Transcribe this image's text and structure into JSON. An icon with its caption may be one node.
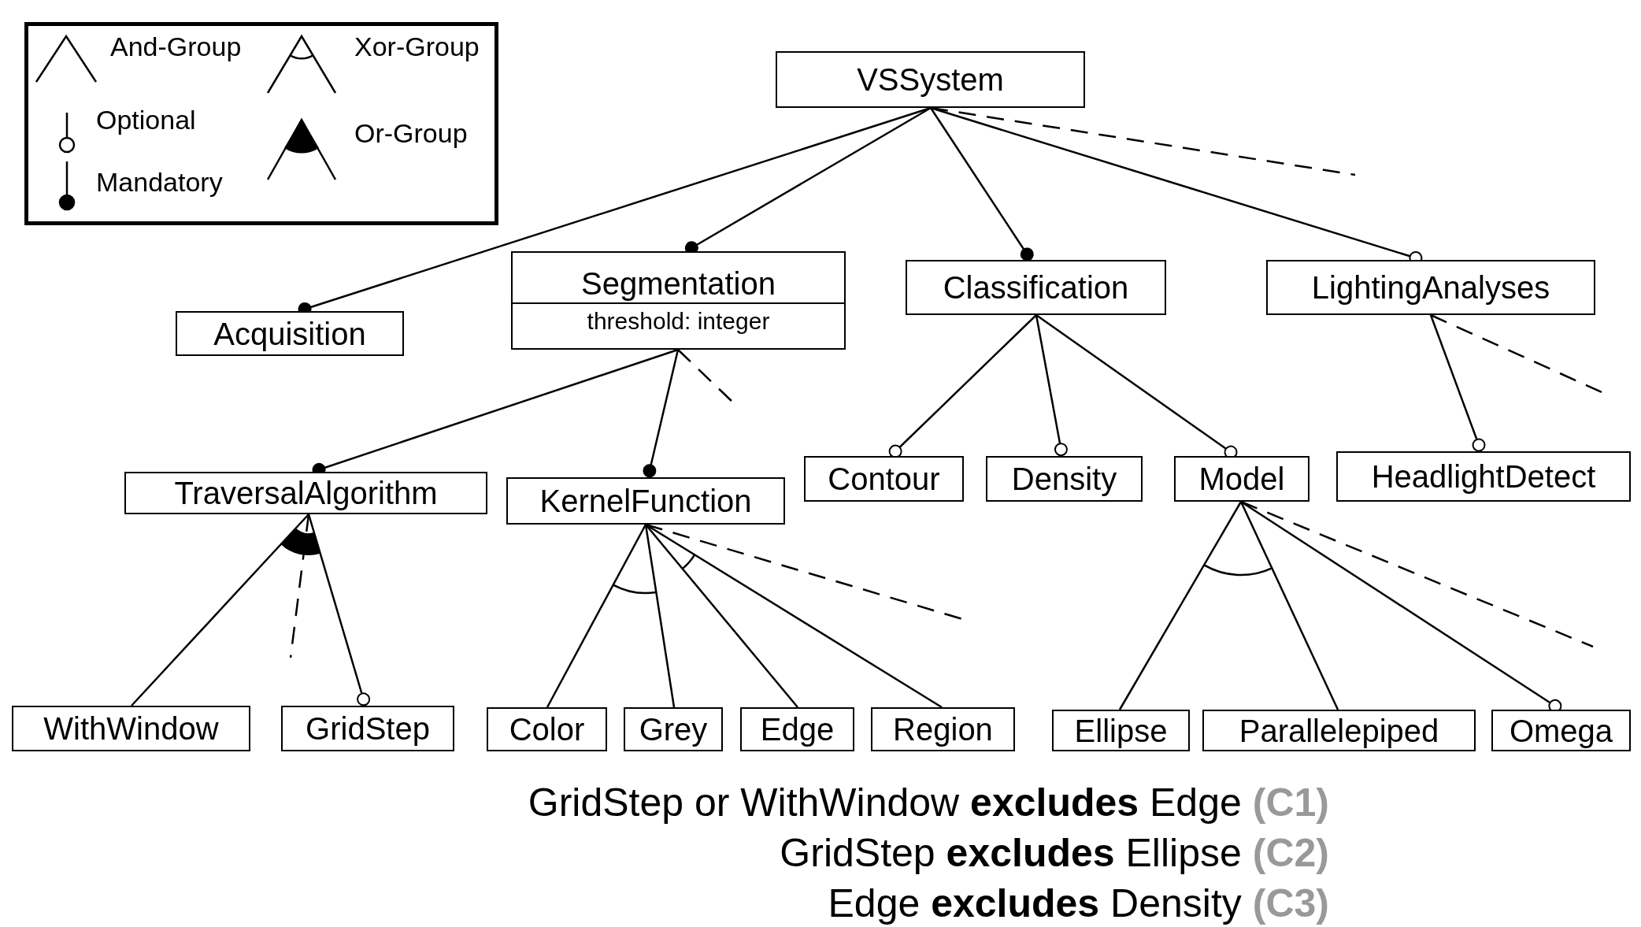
{
  "diagram": {
    "nodes": [
      {
        "text": [
          "VSSystem"
        ]
      },
      {
        "text": [
          "Acquisition"
        ]
      },
      {
        "text": [
          "Segmentation",
          "threshold: integer"
        ]
      },
      {
        "text": [
          "Classification"
        ]
      },
      {
        "text": [
          "LightingAnalyses"
        ]
      },
      {
        "text": [
          "TraversalAlgorithm"
        ]
      },
      {
        "text": [
          "KernelFunction"
        ]
      },
      {
        "text": [
          "Contour"
        ]
      },
      {
        "text": [
          "Density"
        ]
      },
      {
        "text": [
          "Model"
        ]
      },
      {
        "text": [
          "HeadlightDetect"
        ]
      },
      {
        "text": [
          "WithWindow"
        ]
      },
      {
        "text": [
          "GridStep"
        ]
      },
      {
        "text": [
          "Color"
        ]
      },
      {
        "text": [
          "Grey"
        ]
      },
      {
        "text": [
          "Edge"
        ]
      },
      {
        "text": [
          "Region"
        ]
      },
      {
        "text": [
          "Ellipse"
        ]
      },
      {
        "text": [
          "Parallelepiped"
        ]
      },
      {
        "text": [
          "Omega"
        ]
      }
    ],
    "edges": [
      {
        "from": 0,
        "to": 1,
        "arrow": "other"
      },
      {
        "from": 0,
        "to": 2,
        "arrow": "other"
      },
      {
        "from": 0,
        "to": 3,
        "arrow": "other"
      },
      {
        "from": 0,
        "to": 4,
        "arrow": "other"
      },
      {
        "from": 0,
        "to": null,
        "arrow": "none",
        "style": "dashed"
      },
      {
        "from": 2,
        "to": 5,
        "arrow": "other"
      },
      {
        "from": 2,
        "to": 6,
        "arrow": "other"
      },
      {
        "from": 2,
        "to": null,
        "arrow": "none",
        "style": "dashed"
      },
      {
        "from": 3,
        "to": 7,
        "arrow": "other"
      },
      {
        "from": 3,
        "to": 8,
        "arrow": "other"
      },
      {
        "from": 3,
        "to": 9,
        "arrow": "other"
      },
      {
        "from": 4,
        "to": 10,
        "arrow": "other"
      },
      {
        "from": 4,
        "to": null,
        "arrow": "none",
        "style": "dashed"
      },
      {
        "from": 5,
        "to": 11,
        "arrow": "none"
      },
      {
        "from": 5,
        "to": 12,
        "arrow": "other"
      },
      {
        "from": 5,
        "to": null,
        "arrow": "none",
        "style": "dashed"
      },
      {
        "from": 6,
        "to": 13,
        "arrow": "none"
      },
      {
        "from": 6,
        "to": 14,
        "arrow": "none"
      },
      {
        "from": 6,
        "to": 15,
        "arrow": "none"
      },
      {
        "from": 6,
        "to": 16,
        "arrow": "none"
      },
      {
        "from": 6,
        "to": null,
        "arrow": "none",
        "style": "dashed"
      },
      {
        "from": 9,
        "to": 17,
        "arrow": "none"
      },
      {
        "from": 9,
        "to": 18,
        "arrow": "none"
      },
      {
        "from": 9,
        "to": 19,
        "arrow": "other"
      },
      {
        "from": 9,
        "to": null,
        "arrow": "none",
        "style": "dashed"
      }
    ],
    "labels": [
      "GridStep or WithWindow **excludes** Edge",
      "(C1)",
      "GridStep **excludes** Ellipse",
      "(C2)",
      "Edge **excludes** Density",
      "(C3)"
    ],
    "legend": [
      {
        "text": "And-Group"
      },
      {
        "text": "Xor-Group"
      },
      {
        "text": "Optional"
      },
      {
        "text": "Or-Group"
      },
      {
        "text": "Mandatory"
      }
    ]
  }
}
